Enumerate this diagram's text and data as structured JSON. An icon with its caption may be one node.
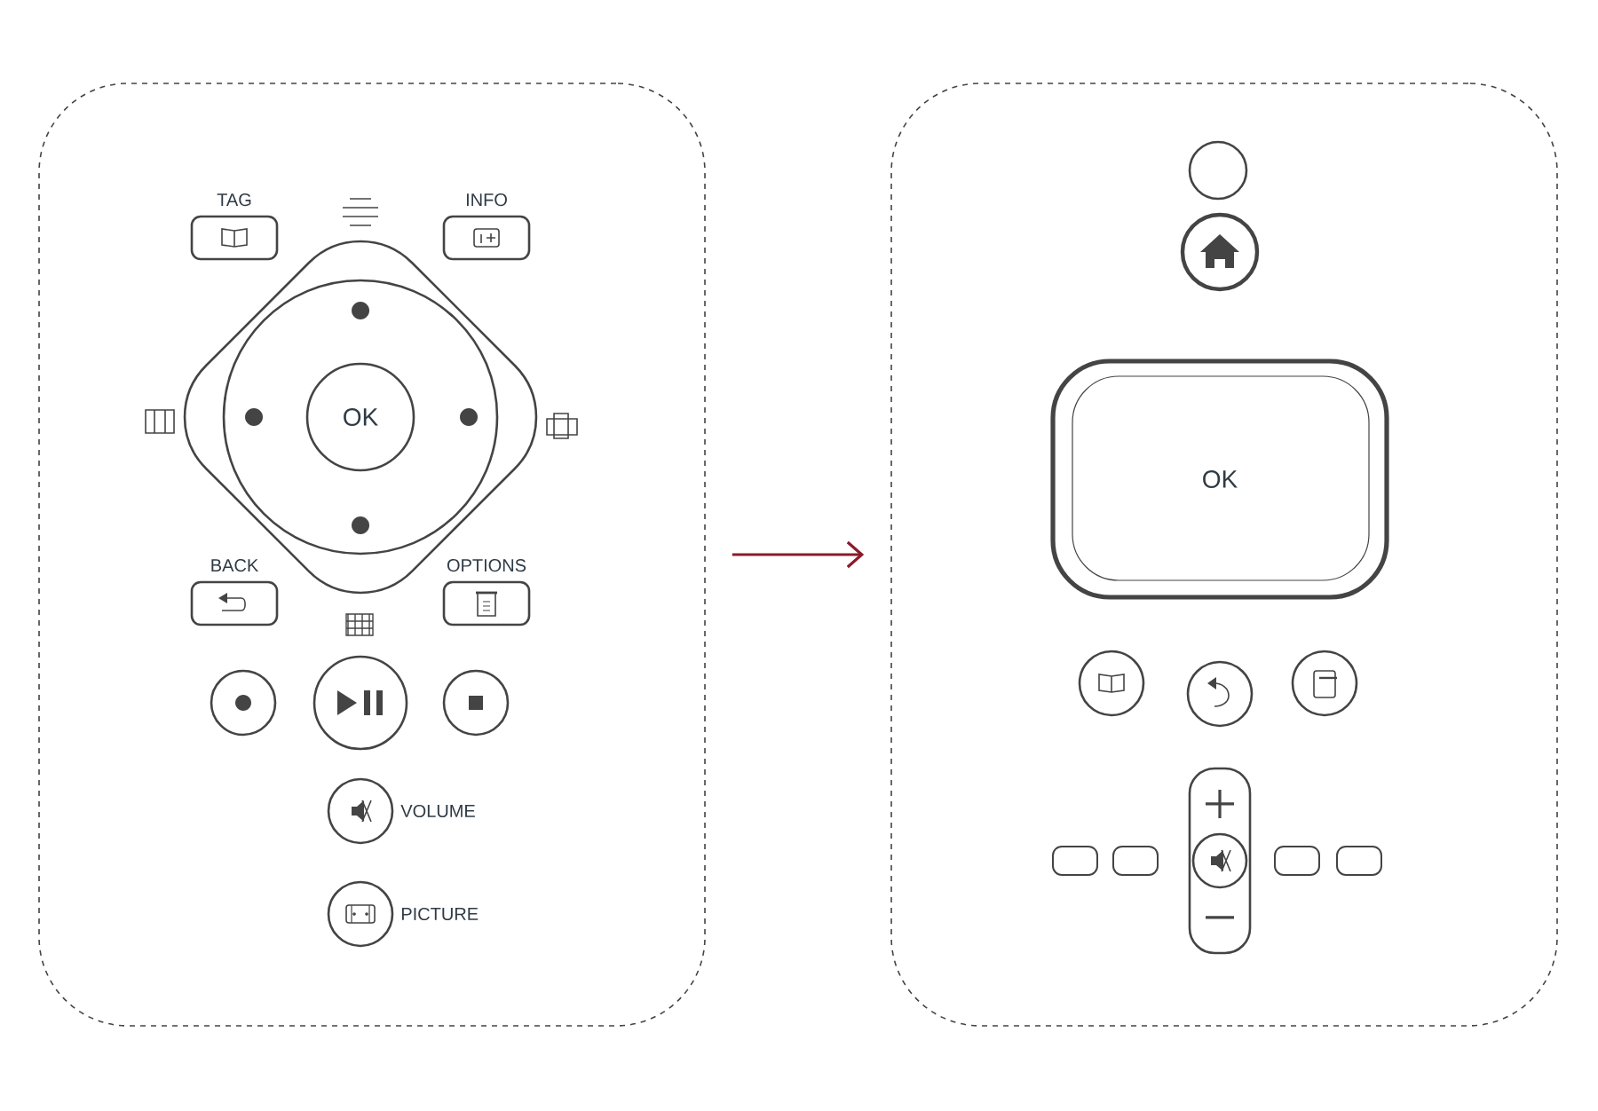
{
  "diagram": {
    "nodes": [
      {
        "text": [],
        "shape": "box"
      },
      {
        "text": [
          "TAG"
        ],
        "in": 0
      },
      {
        "text": [
          "INFO"
        ],
        "in": 0
      },
      {
        "text": [
          "OK"
        ],
        "in": 0
      },
      {
        "text": [
          "BACK"
        ],
        "in": 0
      },
      {
        "text": [
          "OPTIONS"
        ],
        "in": 0
      },
      {
        "text": [],
        "shape": "circle",
        "in": 0
      },
      {
        "text": [],
        "shape": "circle",
        "in": 0
      },
      {
        "text": [],
        "shape": "circle",
        "in": 0
      },
      {
        "text": [
          "VOLUME"
        ],
        "in": 0
      },
      {
        "text": [
          "PICTURE"
        ],
        "in": 0
      },
      {
        "text": [],
        "shape": "box"
      },
      {
        "text": [],
        "shape": "circle",
        "in": 11
      },
      {
        "text": [],
        "shape": "circle",
        "in": 11
      },
      {
        "text": [
          "OK"
        ],
        "in": 11
      },
      {
        "text": [],
        "shape": "circle",
        "in": 11
      },
      {
        "text": [],
        "shape": "circle",
        "in": 11
      },
      {
        "text": [],
        "shape": "circle",
        "in": 11
      }
    ],
    "edges": [
      {
        "from": 0,
        "to": 11,
        "arrow": "to",
        "color": "#8b1a2b"
      }
    ]
  }
}
